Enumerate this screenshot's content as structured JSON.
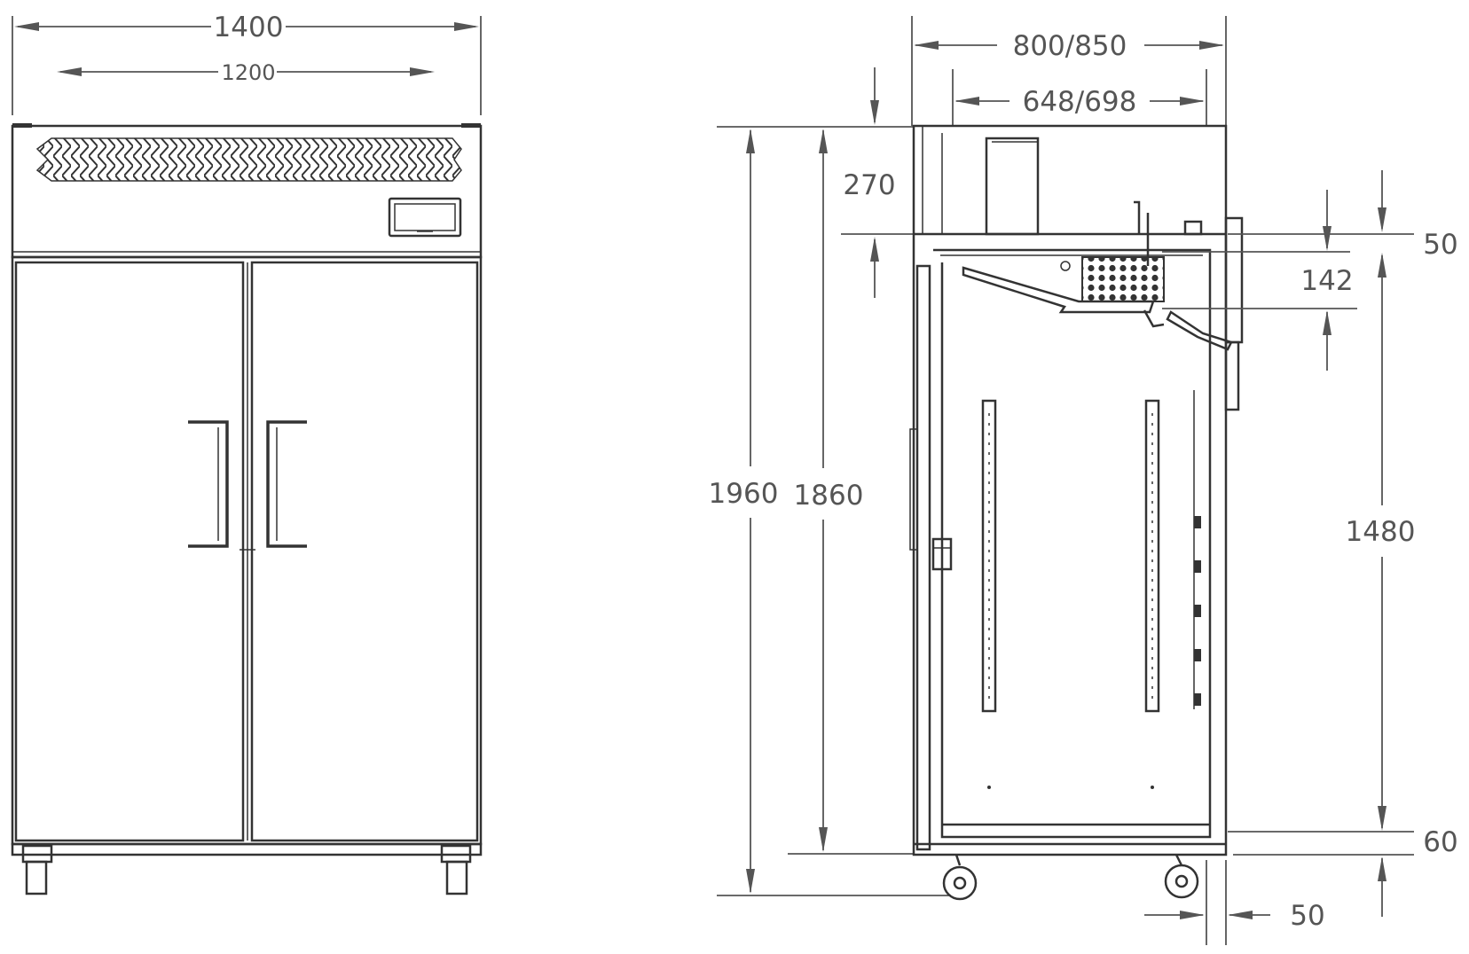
{
  "diagram": {
    "front_view": {
      "outer_width_label": "1400",
      "inner_width_label": "1200"
    },
    "side_view": {
      "depth_label": "800/850",
      "inner_depth_label": "648/698",
      "top_section_label": "270",
      "total_height_label": "1960",
      "body_height_label": "1860",
      "right_top_label": "50",
      "vent_label": "142",
      "interior_height_label": "1480",
      "base_label": "60",
      "rear_offset_label": "50"
    }
  }
}
